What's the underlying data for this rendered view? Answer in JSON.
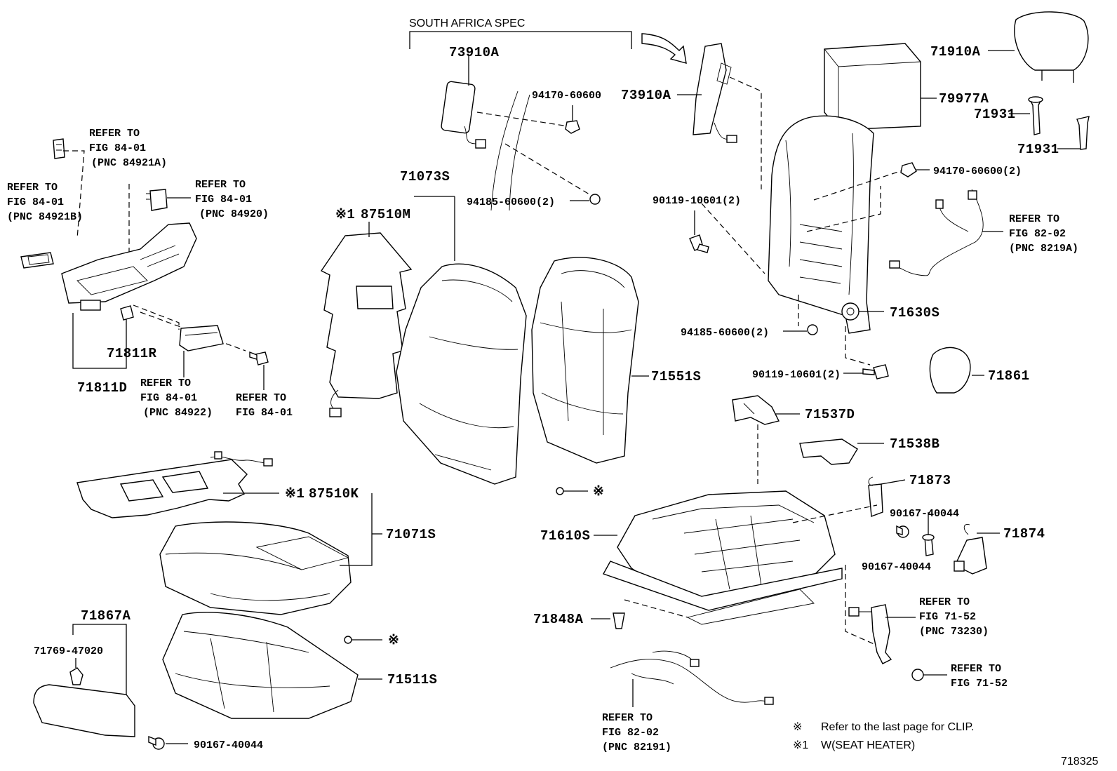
{
  "header": {
    "spec_label": "SOUTH AFRICA SPEC",
    "diagram_id": "718325"
  },
  "parts": {
    "p73910A_left": "73910A",
    "p73910A_right": "73910A",
    "p71910A": "71910A",
    "p79977A": "79977A",
    "p71931_a": "71931",
    "p71931_b": "71931",
    "p94170_top": "94170-60600",
    "p94185_top": "94185-60600(2)",
    "p94170_right": "94170-60600(2)",
    "p90119_top": "90119-10601(2)",
    "p71073S": "71073S",
    "p87510M": "87510M",
    "p87510M_mark": "※1",
    "p71630S": "71630S",
    "p94185_mid": "94185-60600(2)",
    "p90119_mid": "90119-10601(2)",
    "p71861": "71861",
    "p71551S": "71551S",
    "p71537D": "71537D",
    "p71538B": "71538B",
    "p71873": "71873",
    "p90167_a": "90167-40044",
    "p90167_b": "90167-40044",
    "p71874": "71874",
    "p71610S": "71610S",
    "p87510K": "87510K",
    "p87510K_mark": "※1",
    "p71071S": "71071S",
    "p71811R": "71811R",
    "p71811D": "71811D",
    "p71867A": "71867A",
    "p71769": "71769-47020",
    "p71511S": "71511S",
    "p90167_c": "90167-40044",
    "p71848A": "71848A",
    "clip_mark_a": "※",
    "clip_mark_b": "※"
  },
  "refs": {
    "r84921A": [
      "REFER TO",
      "FIG 84-01",
      "(PNC 84921A)"
    ],
    "r84921B": [
      "REFER TO",
      "FIG 84-01",
      "(PNC 84921B)"
    ],
    "r84920": [
      "REFER TO",
      "FIG 84-01",
      "(PNC 84920)"
    ],
    "r84922": [
      "REFER TO",
      "FIG 84-01",
      "(PNC 84922)"
    ],
    "r8401": [
      "REFER TO",
      "FIG 84-01"
    ],
    "r8219A": [
      "REFER TO",
      "FIG 82-02",
      "(PNC 8219A)"
    ],
    "r73230": [
      "REFER TO",
      "FIG 71-52",
      "(PNC 73230)"
    ],
    "r7152": [
      "REFER TO",
      "FIG 71-52"
    ],
    "r82191": [
      "REFER TO",
      "FIG 82-02",
      "(PNC 82191)"
    ]
  },
  "notes": {
    "n1_mark": "※",
    "n1_text": "Refer to the last page for CLIP.",
    "n2_mark": "※1",
    "n2_text": "W(SEAT HEATER)"
  }
}
